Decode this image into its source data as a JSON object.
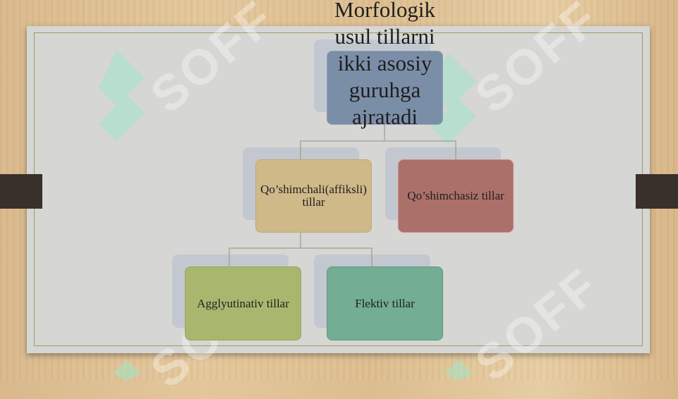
{
  "diagram": {
    "root": {
      "label": "Morfologik usul tillarni ikki asosiy guruhga ajratadi"
    },
    "level1": [
      {
        "id": "affix",
        "label": "Qo’shimchali(affiksli) tillar"
      },
      {
        "id": "noaffix",
        "label": "Qo’shimchasiz tillar"
      }
    ],
    "level2": [
      {
        "id": "agg",
        "label": "Agglyutinativ tillar"
      },
      {
        "id": "flek",
        "label": "Flektiv tillar"
      }
    ]
  },
  "watermark": {
    "text": "SOFF"
  },
  "colors": {
    "root": "#7b8ea8",
    "affix": "#cfb989",
    "noaffix": "#ac706a",
    "agg": "#a9b76e",
    "flek": "#72ad94",
    "board": "#d6d6d4"
  }
}
